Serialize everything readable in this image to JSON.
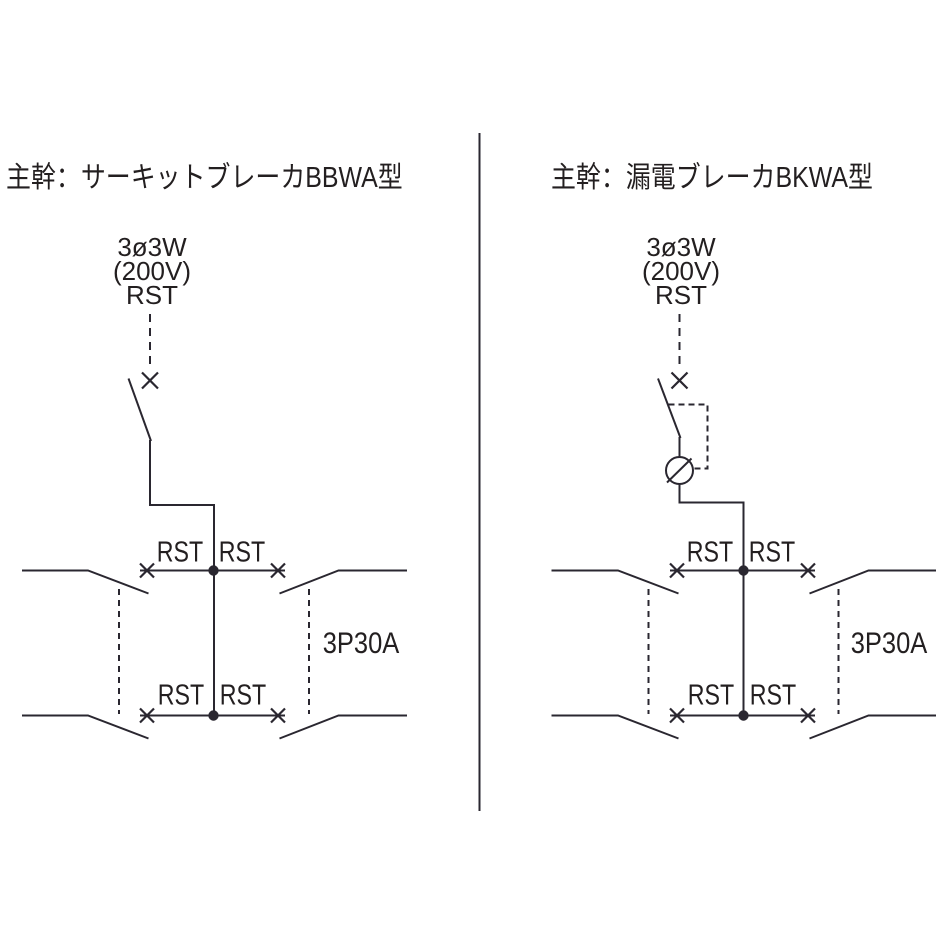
{
  "colors": {
    "line": "#2a2730",
    "ink": "#231f20",
    "background": "#ffffff"
  },
  "panels": [
    {
      "title": "主幹：サーキットブレーカBBWA型",
      "breaker_kind": "circuit-breaker",
      "source": {
        "phase_wires": "3ø3W",
        "voltage": "(200V)",
        "phases": "RST"
      },
      "rows": [
        {
          "left": "RST",
          "right": "RST"
        },
        {
          "left": "RST",
          "right": "RST"
        }
      ],
      "branch_rating": "3P30A"
    },
    {
      "title": "主幹：漏電ブレーカBKWA型",
      "breaker_kind": "earth-leakage-breaker",
      "source": {
        "phase_wires": "3ø3W",
        "voltage": "(200V)",
        "phases": "RST"
      },
      "rows": [
        {
          "left": "RST",
          "right": "RST"
        },
        {
          "left": "RST",
          "right": "RST"
        }
      ],
      "branch_rating": "3P30A"
    }
  ]
}
